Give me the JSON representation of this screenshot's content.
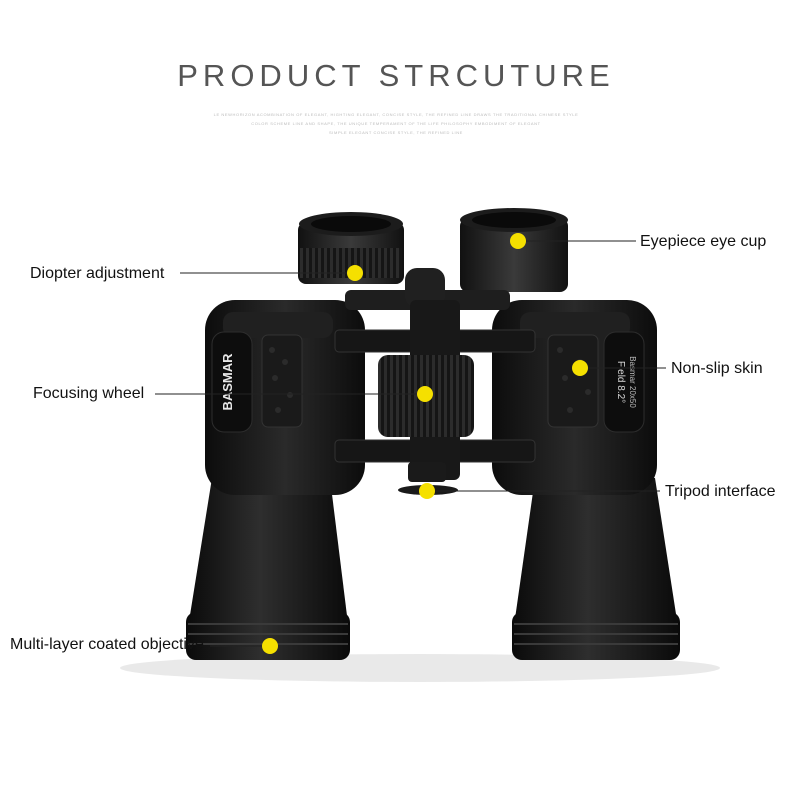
{
  "header": {
    "title": "PRODUCT STRCUTURE",
    "subtitle_lines": [
      "LE NEWHORIZON ACOMBINATION OF ELEGANT, HIGHTING ELEGANT, CONCISE STYLE, THE REFINED LINE DRAWS THE TRADITIONAL CHINESE STYLE",
      "COLOR SCHEME LINE AND SHAPE, THE UNIQUE TEMPERAMENT OF THE LIFE PHILOSOPHY EMBODIMENT OF ELEGANT",
      "SIMPLE ELEGANT CONCISE STYLE, THE REFINED LINE"
    ]
  },
  "product": {
    "brand": "BASMAR",
    "spec": "Field 8.2°",
    "spec2": "Basmar 20x50"
  },
  "callouts": {
    "diopter": "Diopter adjustment",
    "eyecup": "Eyepiece eye cup",
    "nonslip": "Non-slip skin",
    "focus": "Focusing wheel",
    "tripod": "Tripod interface",
    "coated": "Multi-layer coated objective"
  },
  "colors": {
    "marker": "#f5e000",
    "body": "#1b1b1b",
    "leader": "#222222"
  }
}
